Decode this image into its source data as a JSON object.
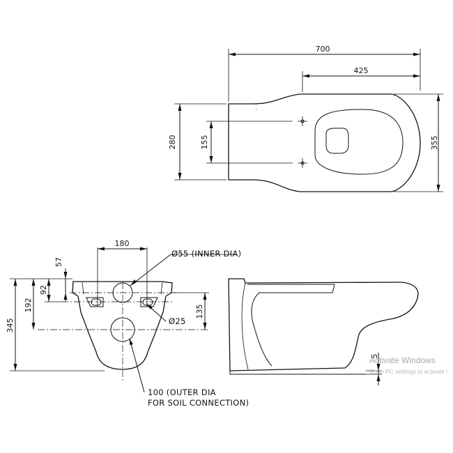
{
  "top_view": {
    "dim_overall_length": "700",
    "dim_bowl_length": "425",
    "dim_overall_width": "355",
    "dim_rear_width": "280",
    "dim_fixing_spacing": "155"
  },
  "front_view": {
    "dim_fixing_centres": "180",
    "dim_top_to_inlet": "57",
    "dim_top_to_fixing": "92",
    "dim_top_to_outlet": "192",
    "dim_overall_height": "345",
    "dim_inlet_to_outlet": "135",
    "label_inlet": "Ø55 (INNER DIA)",
    "label_fixing_hole": "Ø25",
    "label_outlet_line1": "100 (OUTER DIA",
    "label_outlet_line2": "FOR SOIL CONNECTION)"
  },
  "side_view": {
    "dim_floor_gap": "5"
  },
  "watermark": {
    "title": "Activate Windows",
    "subtitle": "Go to PC settings to activate Windows."
  }
}
